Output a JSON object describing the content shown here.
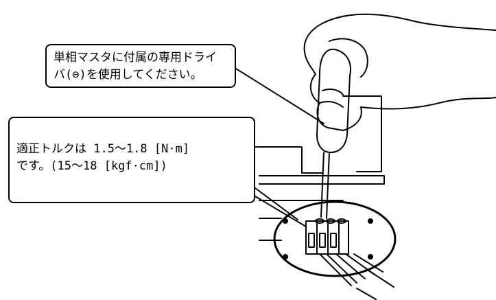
{
  "callout_driver": {
    "line1": "単相マスタに付属の専用ドライ",
    "line2": "バ(⊖)を使用してください。"
  },
  "callout_torque": {
    "line1": "適正トルクは 1.5～1.8 [N·m]",
    "line2": "です。(15～18 [kgf·cm])"
  }
}
